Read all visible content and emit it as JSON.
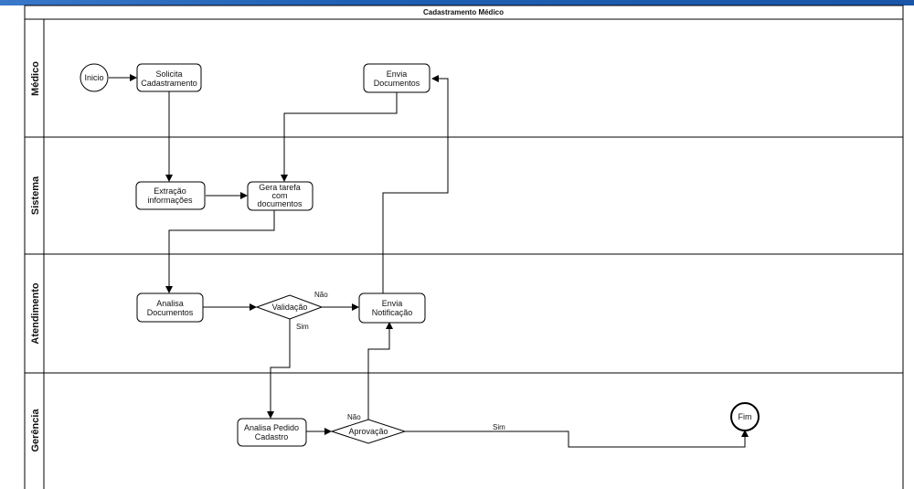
{
  "diagram": {
    "title": "Cadastramento Médico",
    "lanes": [
      "Médico",
      "Sistema",
      "Atendimento",
      "Gerência"
    ],
    "nodes": {
      "inicio": "Inicio",
      "solicita": [
        "Solicita",
        "Cadastramento"
      ],
      "envia_docs": [
        "Envia",
        "Documentos"
      ],
      "extracao": [
        "Extração",
        "informações"
      ],
      "gera_tarefa": [
        "Gera tarefa",
        "com",
        "documentos"
      ],
      "analisa_docs": [
        "Analisa",
        "Documentos"
      ],
      "validacao": "Validação",
      "envia_notif": [
        "Envia",
        "Notificação"
      ],
      "analisa_pedido": [
        "Analisa Pedido",
        "Cadastro"
      ],
      "aprovacao": "Aprovação",
      "fim": "Fim"
    },
    "edge_labels": {
      "validacao_nao": "Não",
      "validacao_sim": "Sim",
      "aprovacao_nao": "Não",
      "aprovacao_sim": "Sim"
    }
  }
}
